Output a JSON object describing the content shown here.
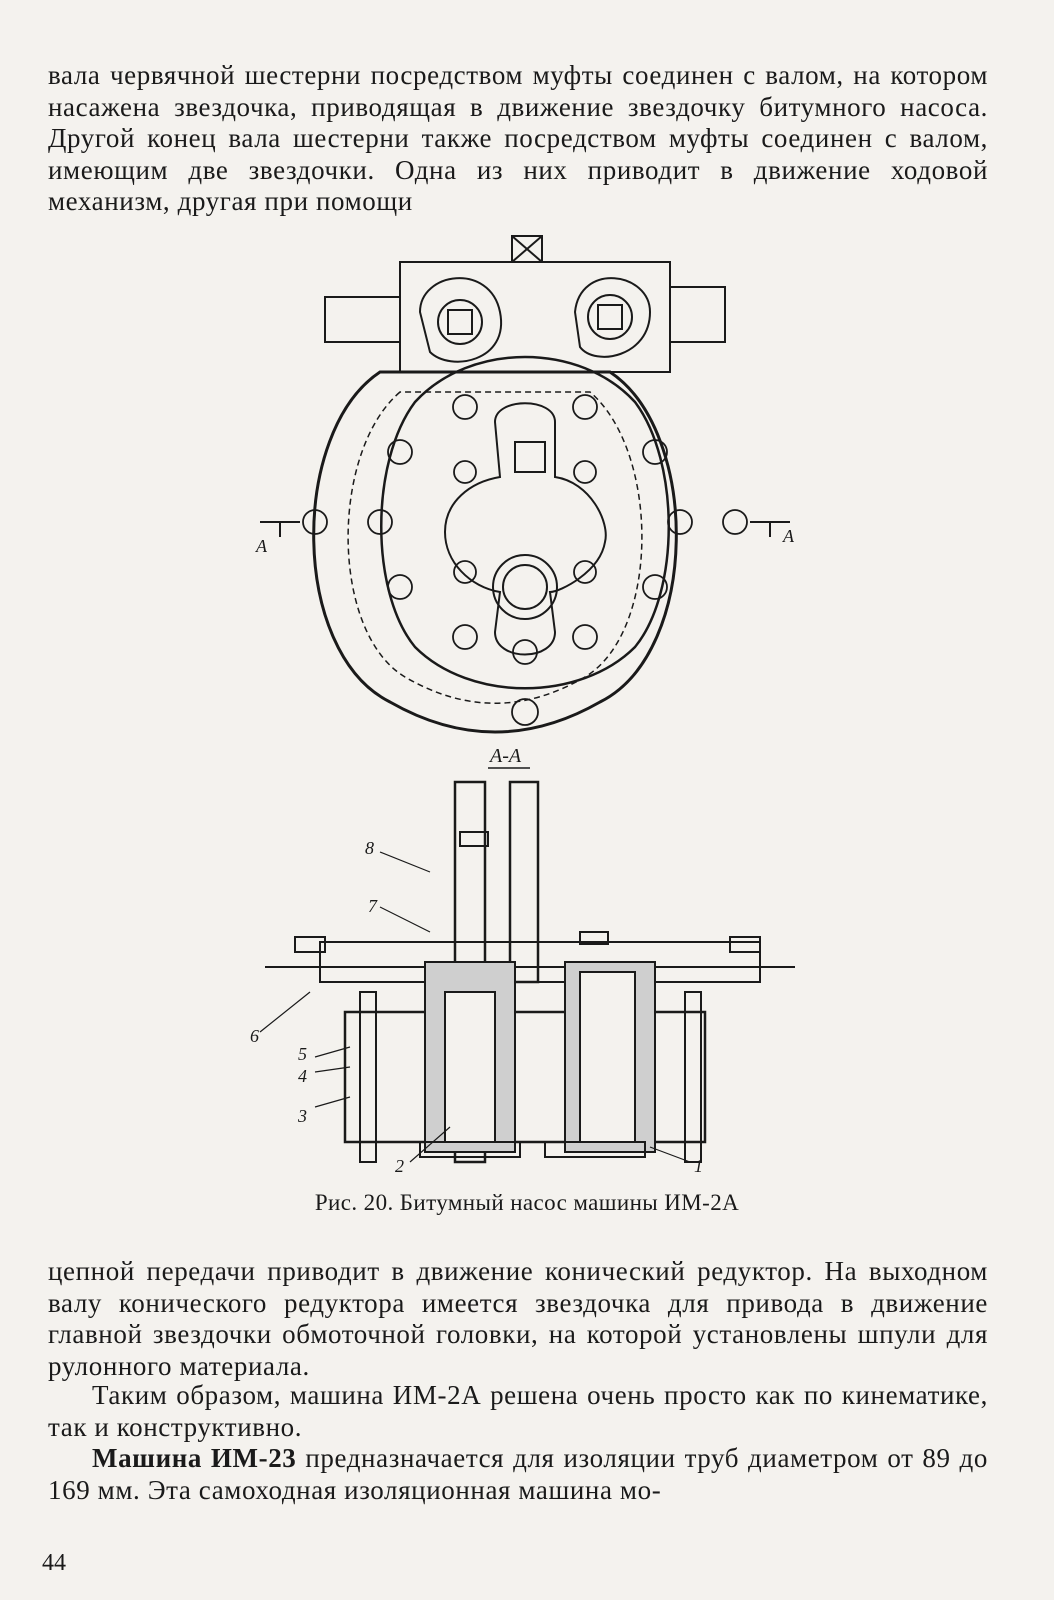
{
  "paragraphs": {
    "top": "вала червячной шестерни посредством муфты соединен с валом, на котором насажена звездочка, приводящая в движение звездочку битумного насоса. Другой конец вала шестерни также посредством муфты соединен с валом, имеющим две звездочки. Одна из них приводит в движение ходовой механизм, другая при помощи",
    "p2": "цепной передачи приводит в движение конический редуктор. На выходном валу конического редуктора имеется звездочка для привода в движение главной звездочки обмоточной головки, на которой установлены шпули для рулонного материала.",
    "p3": "Таким образом, машина ИМ-2А решена очень просто как по кинематике, так и конструктивно.",
    "p4_bold": "Машина ИМ-23",
    "p4_rest": " предназначается для изоляции труб диаметром от 89 до 169 мм. Эта самоходная изоляционная машина мо-"
  },
  "figure": {
    "caption": "Рис. 20. Битумный насос машины ИМ-2А",
    "section_marks": {
      "left": "А",
      "right": "А",
      "section_title": "А-А"
    },
    "part_labels": [
      "1",
      "2",
      "3",
      "4",
      "5",
      "6",
      "7",
      "8"
    ]
  },
  "page_number": "44"
}
